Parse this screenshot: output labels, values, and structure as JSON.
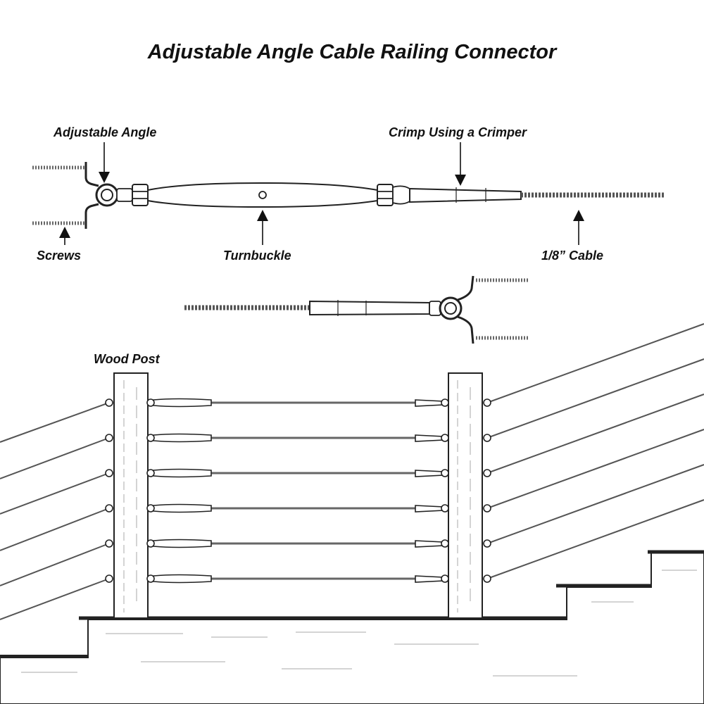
{
  "title": "Adjustable Angle Cable Railing Connector",
  "labels": {
    "adjustable_angle": "Adjustable Angle",
    "crimp": "Crimp Using a Crimper",
    "screws": "Screws",
    "turnbuckle": "Turnbuckle",
    "cable": "1/8” Cable",
    "wood_post": "Wood Post"
  },
  "colors": {
    "ink": "#222222",
    "cable": "#555555",
    "fill_light": "#f4f4f4"
  }
}
